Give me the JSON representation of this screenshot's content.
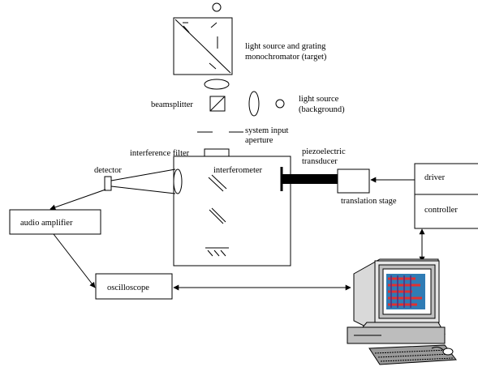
{
  "labels": {
    "light_source_target": [
      "light source and grating",
      "monochromator (target)"
    ],
    "beamsplitter": "beamsplitter",
    "light_source_background": [
      "light source",
      "(background)"
    ],
    "system_input_aperture": [
      "system input",
      "aperture"
    ],
    "interference_filter": "interference filter",
    "piezoelectric_transducer": [
      "piezoelectric",
      "transducer"
    ],
    "detector": "detector",
    "interferometer": "interferometer",
    "translation_stage": "translation stage",
    "driver": "driver",
    "controller": "controller",
    "audio_amplifier": "audio amplifier",
    "oscilloscope": "oscilloscope"
  }
}
